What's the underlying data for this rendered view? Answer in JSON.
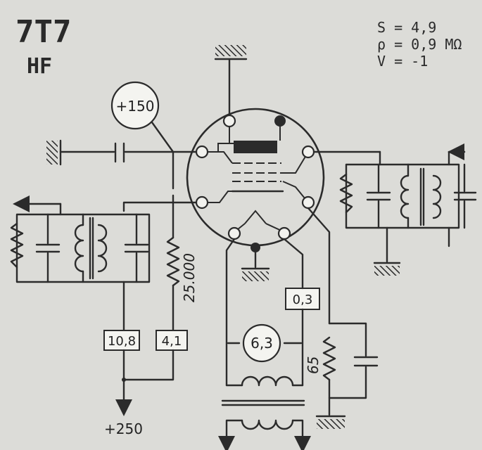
{
  "tube": {
    "name": "7T7",
    "function": "HF"
  },
  "params": {
    "s": "S = 4,9",
    "rho": "ρ = 0,9 MΩ",
    "v": "V = -1"
  },
  "labels": {
    "screen_voltage": "+150",
    "supply_voltage": "+250",
    "screen_resistor": "25.000",
    "cathode_resistor": "65",
    "heater_voltage": "6,3",
    "box_anode_current": "10,8",
    "box_screen_current": "4,1",
    "box_heater_current": "0,3"
  },
  "colors": {
    "background": "#dcdcd8",
    "ink": "#2b2b2b",
    "box_fill": "#f4f4f0"
  }
}
